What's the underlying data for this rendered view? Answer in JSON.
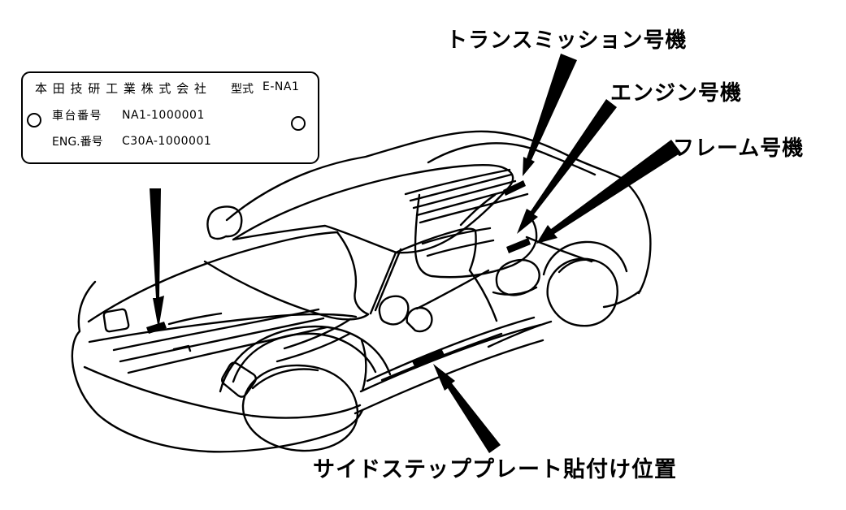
{
  "canvas": {
    "background": "#ffffff",
    "ink": "#000000"
  },
  "callouts": {
    "transmission": {
      "label": "トランスミッション号機"
    },
    "engine": {
      "label": "エンジン号機"
    },
    "frame": {
      "label": "フレーム号機"
    },
    "side_step": {
      "label": "サイドステッププレート貼付け位置"
    }
  },
  "vin_plate": {
    "company": "本 田 技 研 工 業 株 式 会 社",
    "model_label": "型式",
    "model_value": "E-NA1",
    "chassis_label": "車台番号",
    "chassis_value": "NA1-1000001",
    "engine_label": "ENG.番号",
    "engine_value": "C30A-1000001"
  }
}
